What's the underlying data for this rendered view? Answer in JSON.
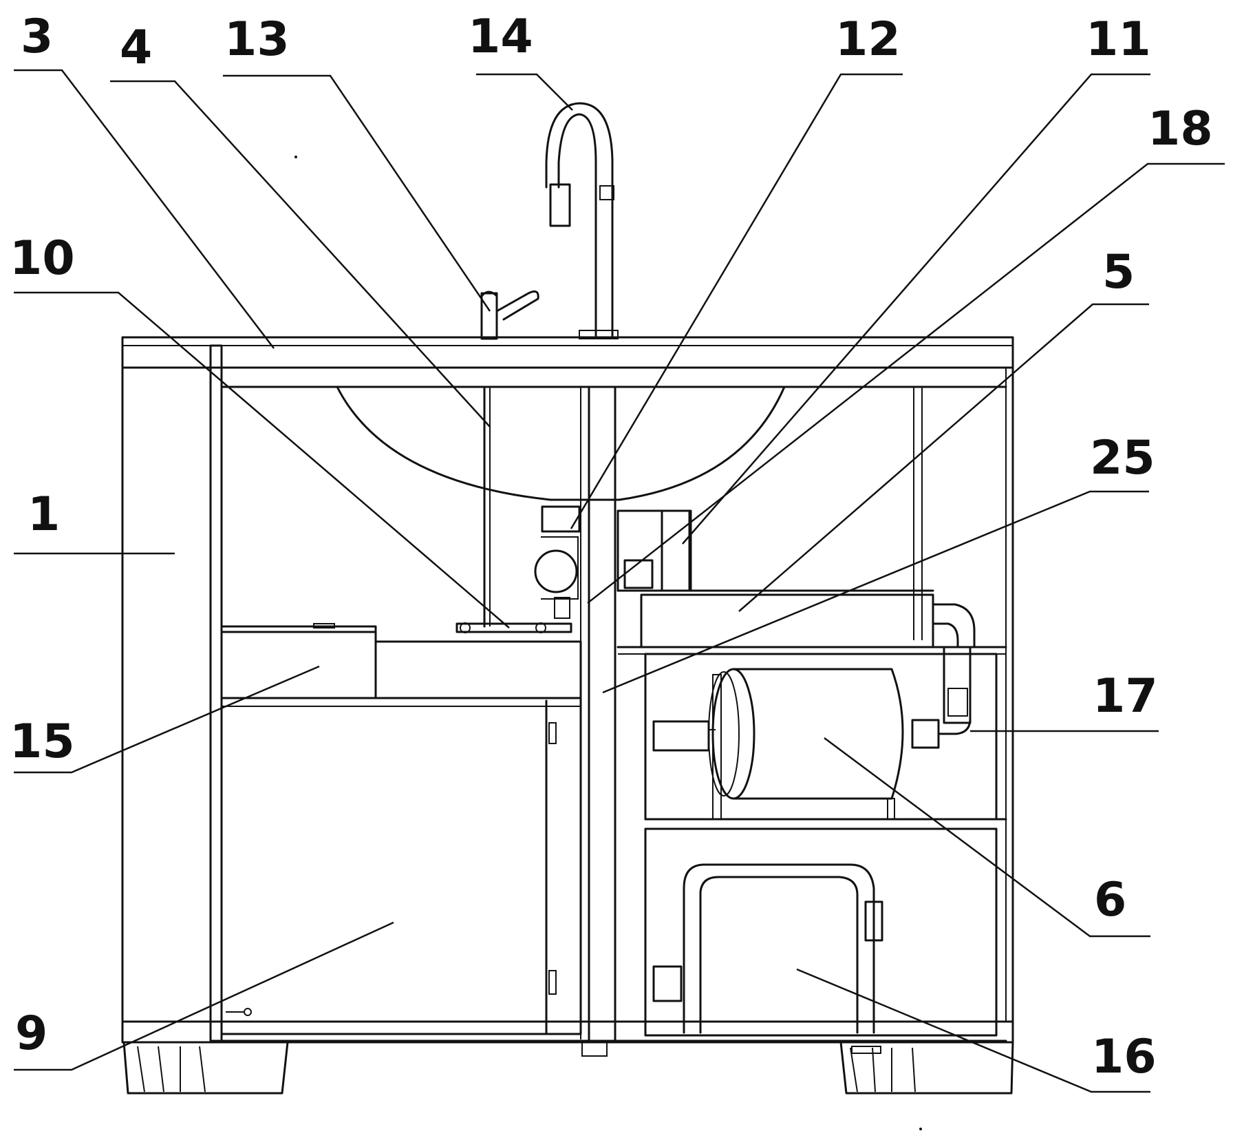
{
  "labels": [
    {
      "id": "1",
      "text": "1"
    },
    {
      "id": "3",
      "text": "3"
    },
    {
      "id": "4",
      "text": "4"
    },
    {
      "id": "5",
      "text": "5"
    },
    {
      "id": "6",
      "text": "6"
    },
    {
      "id": "9",
      "text": "9"
    },
    {
      "id": "10",
      "text": "10"
    },
    {
      "id": "11",
      "text": "11"
    },
    {
      "id": "12",
      "text": "12"
    },
    {
      "id": "13",
      "text": "13"
    },
    {
      "id": "14",
      "text": "14"
    },
    {
      "id": "15",
      "text": "15"
    },
    {
      "id": "16",
      "text": "16"
    },
    {
      "id": "17",
      "text": "17"
    },
    {
      "id": "18",
      "text": "18"
    },
    {
      "id": "25",
      "text": "25"
    }
  ]
}
